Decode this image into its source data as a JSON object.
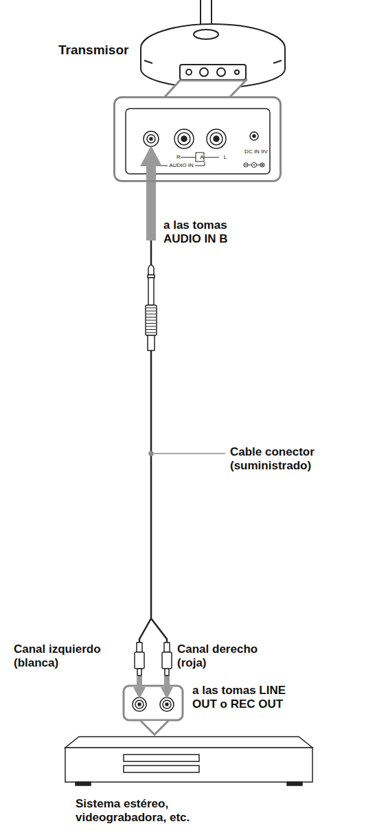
{
  "diagram": {
    "nodes": [
      {
        "text": [
          "Transmisor"
        ]
      },
      {
        "text": [
          "R",
          "A",
          "L",
          "AUDIO IN",
          "DC IN 9V"
        ]
      },
      {
        "text": [
          "Sistema estéreo, videograbadora, etc."
        ]
      }
    ],
    "edges": [
      {
        "from": 2,
        "to": 1,
        "arrow": "none"
      }
    ],
    "labels": [
      "a las tomas AUDIO IN B",
      "Cable conector (suministrado)",
      "Canal izquierdo (blanca)",
      "Canal derecho (roja)",
      "a las tomas LINE OUT o REC OUT"
    ]
  }
}
